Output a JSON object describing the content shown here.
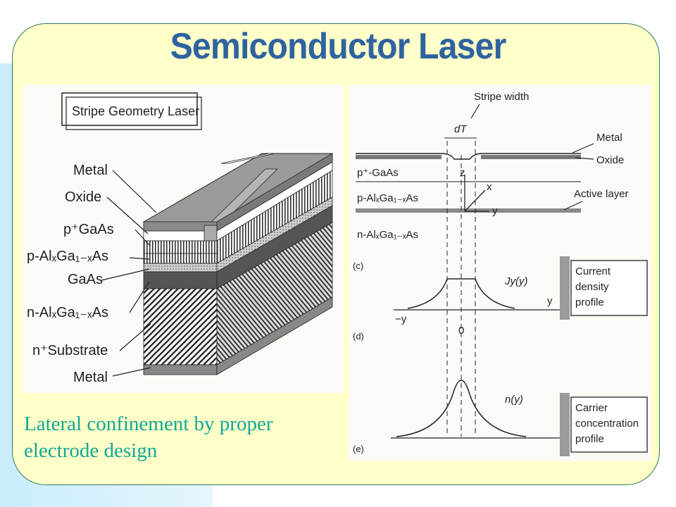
{
  "slide": {
    "title": "Semiconductor Laser",
    "caption_line1": "Lateral confinement by proper",
    "caption_line2": "electrode design"
  },
  "left_figure": {
    "box_title": "Stripe Geometry Laser",
    "labels": {
      "metal_top": "Metal",
      "oxide": "Oxide",
      "p_gaas": "p⁺GaAs",
      "p_algaas": "p-AlₓGa₁₋ₓAs",
      "gaas": "GaAs",
      "n_algaas": "n-AlₓGa₁₋ₓAs",
      "substrate": "n⁺Substrate",
      "metal_bottom": "Metal"
    }
  },
  "right_figure": {
    "stripe_width": "Stripe width",
    "dt": "dT",
    "metal": "Metal",
    "oxide": "Oxide",
    "p_gaas": "p⁺-GaAs",
    "p_algaas": "p-AlₓGa₁₋ₓAs",
    "n_algaas": "n-AlₓGa₁₋ₓAs",
    "active_layer": "Active layer",
    "axis_z": "z",
    "axis_x": "x",
    "axis_y": "y",
    "panel_c": "(c)",
    "panel_d": "(d)",
    "panel_e": "(e)",
    "current_label": "Jy(y)",
    "current_box": [
      "Current",
      "density",
      "profile"
    ],
    "neg_y": "−y",
    "pos_y": "y",
    "zero": "0",
    "carrier_label": "n(y)",
    "carrier_box": [
      "Carrier",
      "concentration",
      "profile"
    ]
  },
  "colors": {
    "title": "#2f63a0",
    "caption": "#12a79a",
    "panel_bg": "#ffffc9",
    "panel_border": "#2d7b5e"
  }
}
